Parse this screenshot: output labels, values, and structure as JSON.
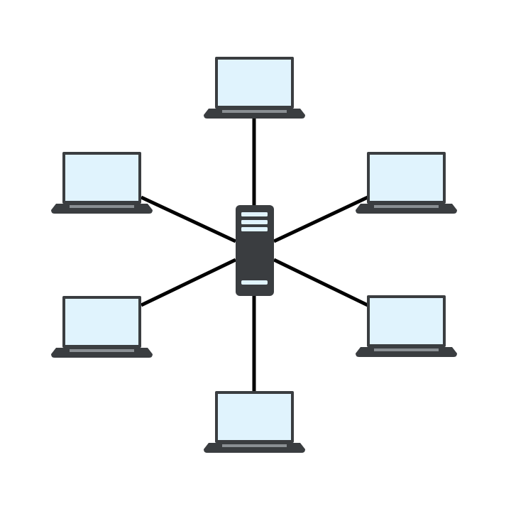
{
  "diagram": {
    "type": "star-network-topology",
    "hub": {
      "icon": "server-icon"
    },
    "nodes": [
      {
        "icon": "laptop-icon",
        "position": "top"
      },
      {
        "icon": "laptop-icon",
        "position": "upper-left"
      },
      {
        "icon": "laptop-icon",
        "position": "upper-right"
      },
      {
        "icon": "laptop-icon",
        "position": "lower-left"
      },
      {
        "icon": "laptop-icon",
        "position": "lower-right"
      },
      {
        "icon": "laptop-icon",
        "position": "bottom"
      }
    ]
  },
  "colors": {
    "device_body": "#3a3d40",
    "screen": "#e0f3fd",
    "link": "#000000",
    "background": "#ffffff"
  }
}
